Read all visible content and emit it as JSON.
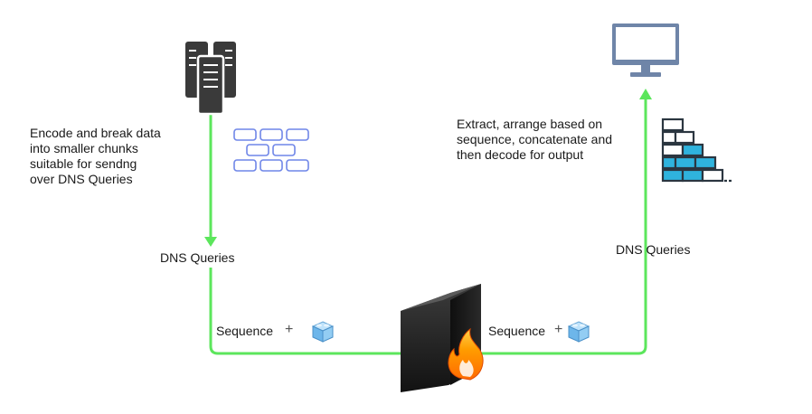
{
  "left_note": "Encode and break data\ninto smaller chunks\nsuitable for sendng\nover DNS Queries",
  "right_note": "Extract, arrange based on\nsequence, concatenate and\nthen decode for output",
  "left_dns_label": "DNS Queries",
  "right_dns_label": "DNS Queries",
  "left_sequence_label": "Sequence",
  "right_sequence_label": "Sequence",
  "plus_symbol": "+",
  "colors": {
    "connector": "#5ce65c",
    "chunk_outline": "#6f86e8",
    "wall_dark": "#2b3640",
    "wall_cyan": "#2fb3dd",
    "monitor": "#6f85a8"
  },
  "icons": [
    "server-icon",
    "data-chunks-icon",
    "monitor-icon",
    "arranged-chunks-icon",
    "chunk-cube-icon",
    "firewall-icon"
  ]
}
